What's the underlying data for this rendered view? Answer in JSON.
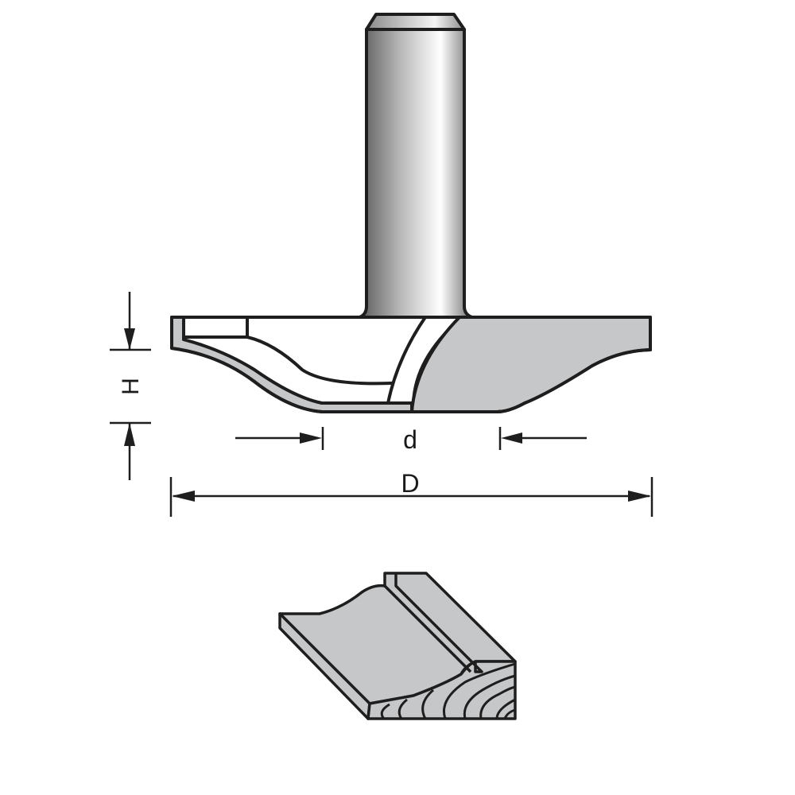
{
  "diagram": {
    "subject": "router bit with profile and resulting wood molding",
    "labels": {
      "height": "H",
      "inner_diameter": "d",
      "outer_diameter": "D"
    },
    "colors": {
      "outline": "#1e1e1e",
      "body_fill": "#c6c7c9",
      "shank_dark": "#5e5e5e",
      "shank_light": "#ffffff",
      "background": "#ffffff"
    }
  }
}
